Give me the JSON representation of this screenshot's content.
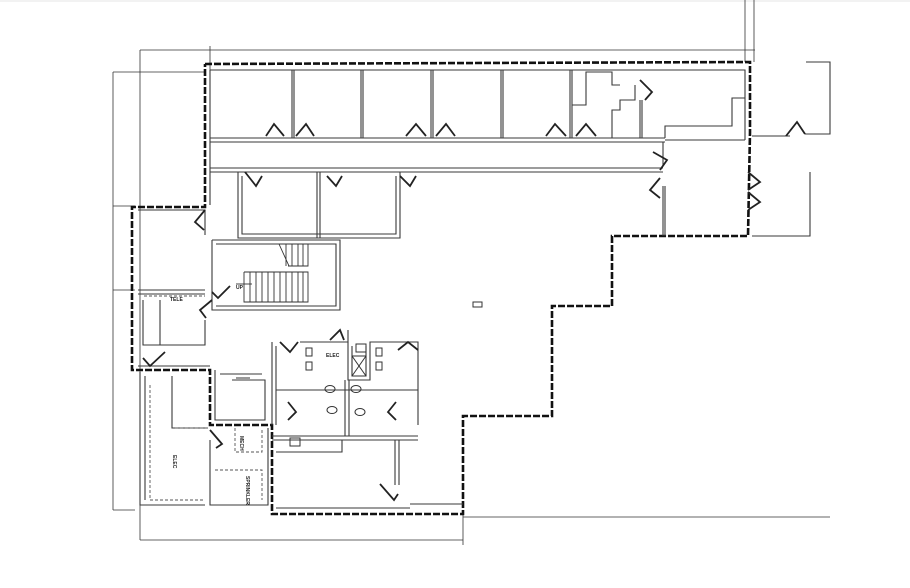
{
  "drawing": {
    "type": "architectural floor plan",
    "colors": {
      "background": "#ffffff",
      "lines": "#3a3a3a",
      "boundary": "#111111"
    },
    "room_labels": {
      "tele": "TELE",
      "elec_core": "ELEC",
      "elec_room": "ELEC",
      "mech": "MECH",
      "sprinkler": "SPRINKLER",
      "stair_up": "UP"
    },
    "offices_top_row_count": 6,
    "offices_second_row_count": 2
  }
}
